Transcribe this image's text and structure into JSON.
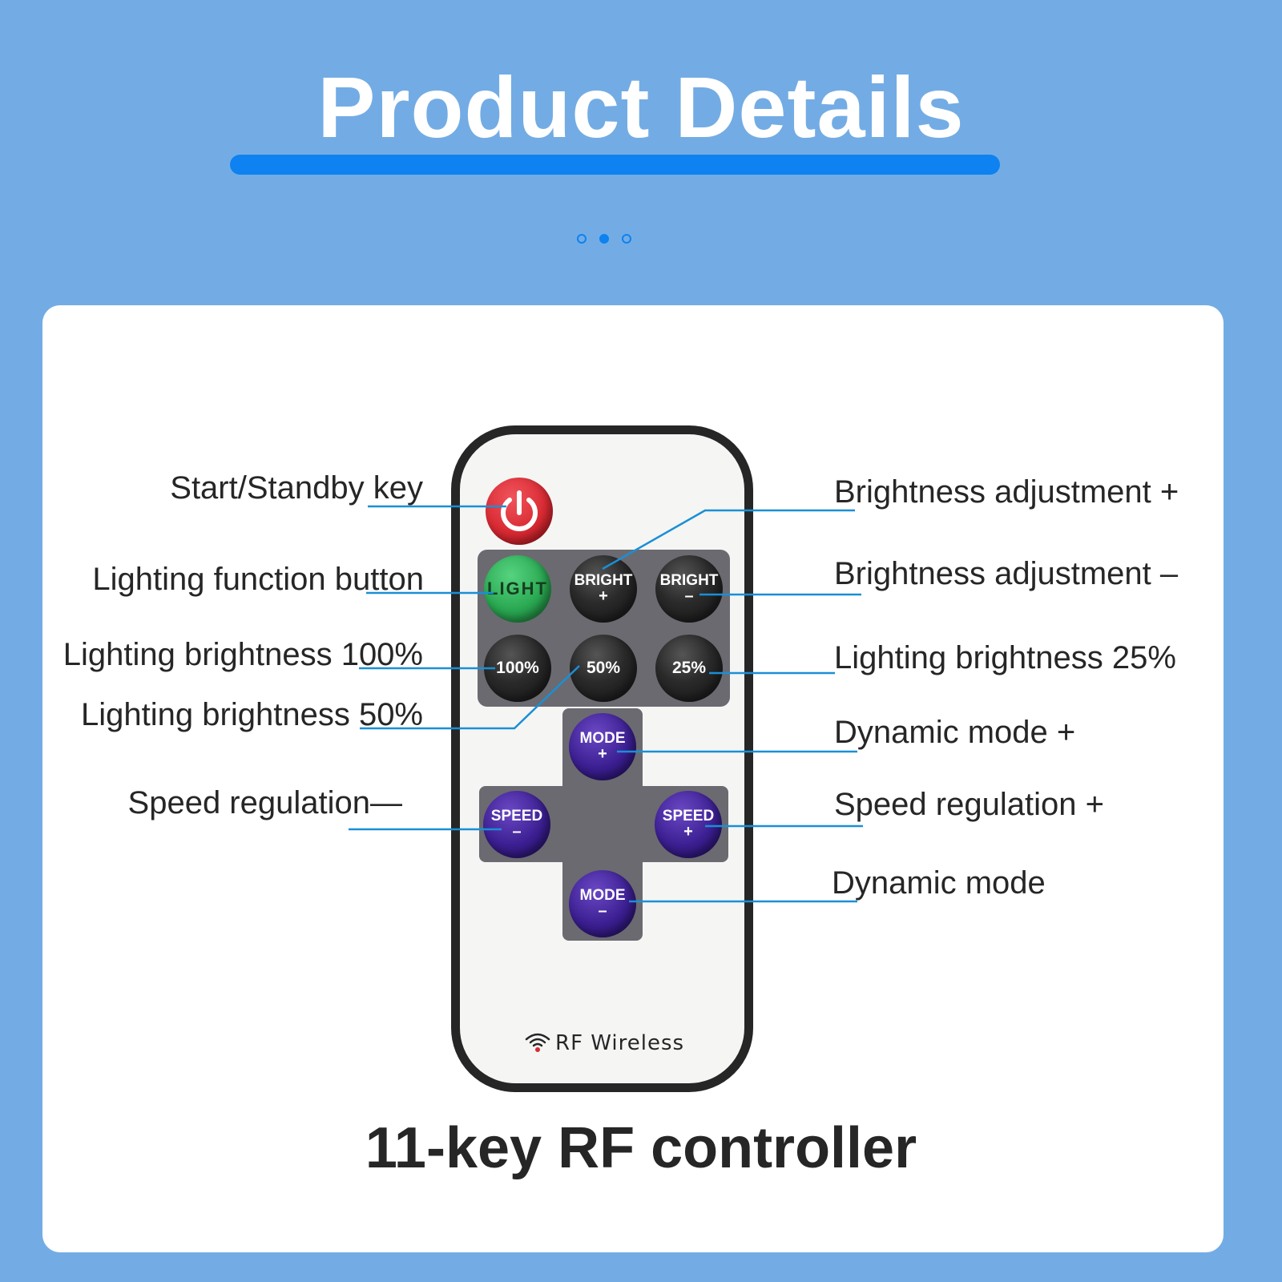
{
  "header": {
    "title": "Product Details"
  },
  "carousel": {
    "pages": 3,
    "active_index": 1
  },
  "remote": {
    "buttons": {
      "light": "LIGHT",
      "bright_plus": {
        "label": "BRIGHT",
        "sign": "+"
      },
      "bright_minus": {
        "label": "BRIGHT",
        "sign": "–"
      },
      "pct_100": "100%",
      "pct_50": "50%",
      "pct_25": "25%",
      "mode_plus": {
        "label": "MODE",
        "sign": "+"
      },
      "mode_minus": {
        "label": "MODE",
        "sign": "–"
      },
      "speed_minus": {
        "label": "SPEED",
        "sign": "–"
      },
      "speed_plus": {
        "label": "SPEED",
        "sign": "+"
      }
    },
    "rf_label": "RF Wireless"
  },
  "callouts": {
    "left": [
      "Start/Standby key",
      "Lighting function button",
      "Lighting brightness 100%",
      "Lighting brightness 50%",
      "Speed regulation—"
    ],
    "right": [
      "Brightness adjustment +",
      "Brightness adjustment –",
      "Lighting brightness 25%",
      "Dynamic mode +",
      "Speed regulation +",
      "Dynamic mode"
    ]
  },
  "caption": "11-key RF controller",
  "colors": {
    "background": "#73ace4",
    "accent": "#0d82f0",
    "leader_line": "#1a8fd6",
    "power": "#d92a33",
    "light_button": "#2aa852",
    "mode_speed_button": "#3c1f92"
  }
}
